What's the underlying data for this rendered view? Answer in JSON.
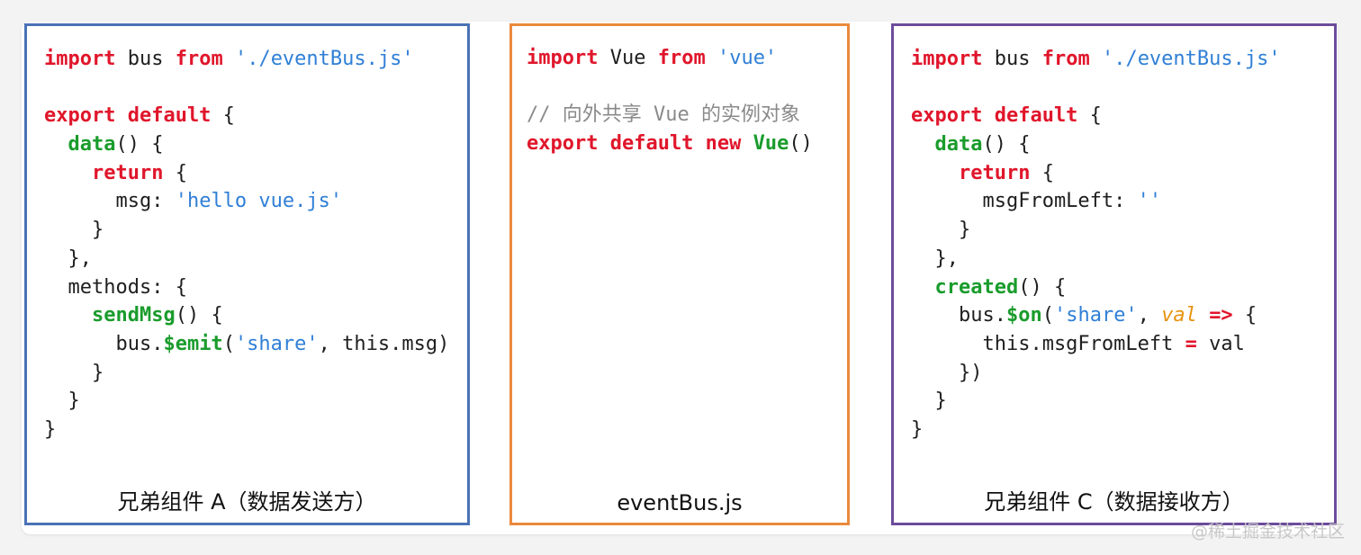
{
  "colors": {
    "keyword": "#e0162b",
    "string": "#2f7fd6",
    "function": "#1a9c2c",
    "comment": "#8a8a8a",
    "param": "#e8920d",
    "plain": "#1e1e1e",
    "panel_a_border": "#4a72b5",
    "panel_b_border": "#ea8a3c",
    "panel_c_border": "#6c4c9c"
  },
  "panels": [
    {
      "id": "a",
      "label": "兄弟组件 A（数据发送方）",
      "lines": [
        [
          [
            "kw",
            "import"
          ],
          [
            "p",
            " bus "
          ],
          [
            "kw",
            "from"
          ],
          [
            "p",
            " "
          ],
          [
            "str",
            "'./eventBus.js'"
          ]
        ],
        [],
        [
          [
            "kw",
            "export default"
          ],
          [
            "p",
            " {"
          ]
        ],
        [
          [
            "p",
            "  "
          ],
          [
            "fn",
            "data"
          ],
          [
            "p",
            "() {"
          ]
        ],
        [
          [
            "p",
            "    "
          ],
          [
            "kw",
            "return"
          ],
          [
            "p",
            " {"
          ]
        ],
        [
          [
            "p",
            "      msg: "
          ],
          [
            "str",
            "'hello vue.js'"
          ]
        ],
        [
          [
            "p",
            "    }"
          ]
        ],
        [
          [
            "p",
            "  },"
          ]
        ],
        [
          [
            "p",
            "  methods: {"
          ]
        ],
        [
          [
            "p",
            "    "
          ],
          [
            "fn",
            "sendMsg"
          ],
          [
            "p",
            "() {"
          ]
        ],
        [
          [
            "p",
            "      bus."
          ],
          [
            "fn",
            "$emit"
          ],
          [
            "p",
            "("
          ],
          [
            "str",
            "'share'"
          ],
          [
            "p",
            ", this.msg)"
          ]
        ],
        [
          [
            "p",
            "    }"
          ]
        ],
        [
          [
            "p",
            "  }"
          ]
        ],
        [
          [
            "p",
            "}"
          ]
        ]
      ]
    },
    {
      "id": "b",
      "label": "eventBus.js",
      "lines": [
        [
          [
            "kw",
            "import"
          ],
          [
            "p",
            " Vue "
          ],
          [
            "kw",
            "from"
          ],
          [
            "p",
            " "
          ],
          [
            "str",
            "'vue'"
          ]
        ],
        [],
        [
          [
            "cm",
            "// 向外共享 Vue 的实例对象"
          ]
        ],
        [
          [
            "kw",
            "export default new"
          ],
          [
            "p",
            " "
          ],
          [
            "fn",
            "Vue"
          ],
          [
            "p",
            "()"
          ]
        ]
      ]
    },
    {
      "id": "c",
      "label": "兄弟组件 C（数据接收方）",
      "lines": [
        [
          [
            "kw",
            "import"
          ],
          [
            "p",
            " bus "
          ],
          [
            "kw",
            "from"
          ],
          [
            "p",
            " "
          ],
          [
            "str",
            "'./eventBus.js'"
          ]
        ],
        [],
        [
          [
            "kw",
            "export default"
          ],
          [
            "p",
            " {"
          ]
        ],
        [
          [
            "p",
            "  "
          ],
          [
            "fn",
            "data"
          ],
          [
            "p",
            "() {"
          ]
        ],
        [
          [
            "p",
            "    "
          ],
          [
            "kw",
            "return"
          ],
          [
            "p",
            " {"
          ]
        ],
        [
          [
            "p",
            "      msgFromLeft: "
          ],
          [
            "str",
            "''"
          ]
        ],
        [
          [
            "p",
            "    }"
          ]
        ],
        [
          [
            "p",
            "  },"
          ]
        ],
        [
          [
            "p",
            "  "
          ],
          [
            "fn",
            "created"
          ],
          [
            "p",
            "() {"
          ]
        ],
        [
          [
            "p",
            "    bus."
          ],
          [
            "fn",
            "$on"
          ],
          [
            "p",
            "("
          ],
          [
            "str",
            "'share'"
          ],
          [
            "p",
            ", "
          ],
          [
            "par",
            "val"
          ],
          [
            "p",
            " "
          ],
          [
            "kw",
            "=>"
          ],
          [
            "p",
            " {"
          ]
        ],
        [
          [
            "p",
            "      this.msgFromLeft "
          ],
          [
            "kw",
            "="
          ],
          [
            "p",
            " val"
          ]
        ],
        [
          [
            "p",
            "    })"
          ]
        ],
        [
          [
            "p",
            "  }"
          ]
        ],
        [
          [
            "p",
            "}"
          ]
        ]
      ]
    }
  ],
  "watermark": "@稀土掘金技术社区"
}
